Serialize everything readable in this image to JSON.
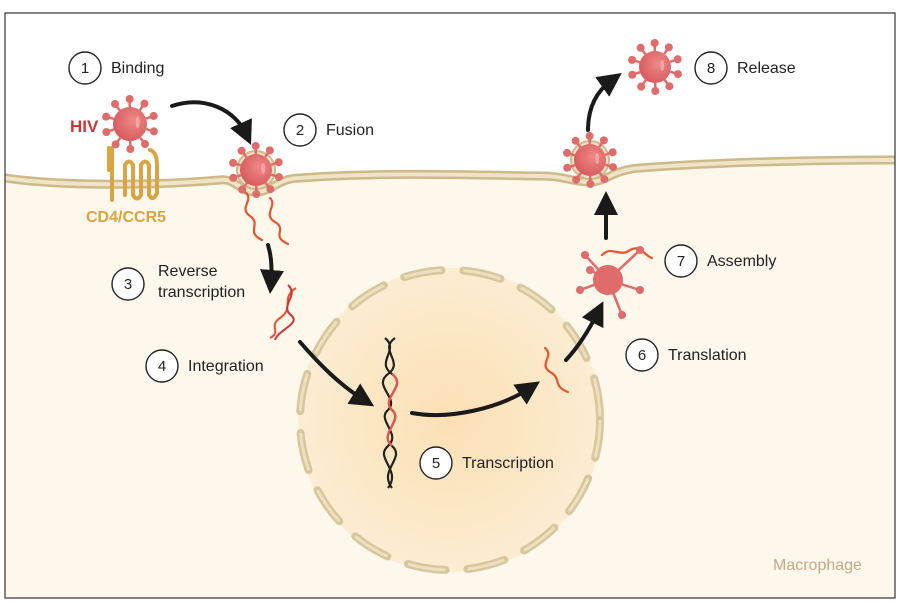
{
  "title": "",
  "cell_label": "Macrophage",
  "virus_label": "HIV",
  "receptor_label": "CD4/CCR5",
  "steps": [
    {
      "number": "1",
      "label": "Binding"
    },
    {
      "number": "2",
      "label": "Fusion"
    },
    {
      "number": "3",
      "label": "Reverse",
      "label2": "transcription"
    },
    {
      "number": "4",
      "label": "Integration"
    },
    {
      "number": "5",
      "label": "Transcription"
    },
    {
      "number": "6",
      "label": "Translation"
    },
    {
      "number": "7",
      "label": "Assembly"
    },
    {
      "number": "8",
      "label": "Release"
    }
  ],
  "colors": {
    "virus": "#e06b6b",
    "rna": "#e8542e",
    "membrane": "#d6c59a",
    "cytoplasm": "#fdf7ec",
    "nucleus": "#fbe3bd",
    "receptor": "#d9a441",
    "hiv_text": "#c8383a",
    "cell_label": "#c2ab86"
  }
}
